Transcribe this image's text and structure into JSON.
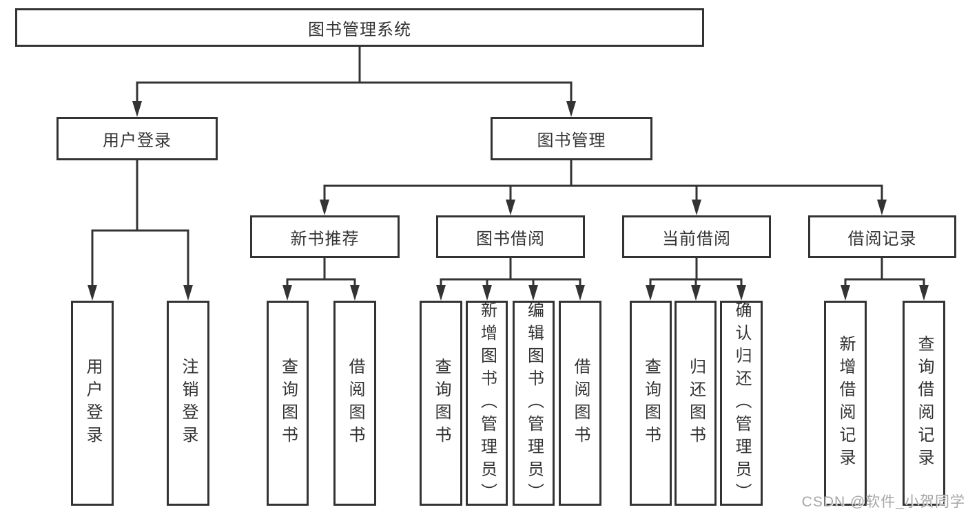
{
  "diagram": {
    "title": "图书管理系统",
    "root": {
      "label": "图书管理系统"
    },
    "level2": {
      "user_login": {
        "label": "用户登录"
      },
      "book_management": {
        "label": "图书管理"
      }
    },
    "level3": {
      "new_book_recommend": {
        "label": "新书推荐"
      },
      "book_borrowing": {
        "label": "图书借阅"
      },
      "current_borrowing": {
        "label": "当前借阅"
      },
      "borrowing_records": {
        "label": "借阅记录"
      }
    },
    "leaves": {
      "user_login": [
        "用户登录",
        "注销登录"
      ],
      "new_book_recommend": [
        "查询图书",
        "借阅图书"
      ],
      "book_borrowing": [
        "查询图书",
        "新增图书（管理员）",
        "编辑图书（管理员）",
        "借阅图书"
      ],
      "current_borrowing": [
        "查询图书",
        "归还图书",
        "确认归还（管理员）"
      ],
      "borrowing_records": [
        "新增借阅记录",
        "查询借阅记录"
      ]
    }
  },
  "colors": {
    "line": "#333333",
    "box_background": "#ffffff",
    "text": "#333333",
    "watermark": "#a6a6a6"
  },
  "watermark": "CSDN @软件_小贺同学"
}
